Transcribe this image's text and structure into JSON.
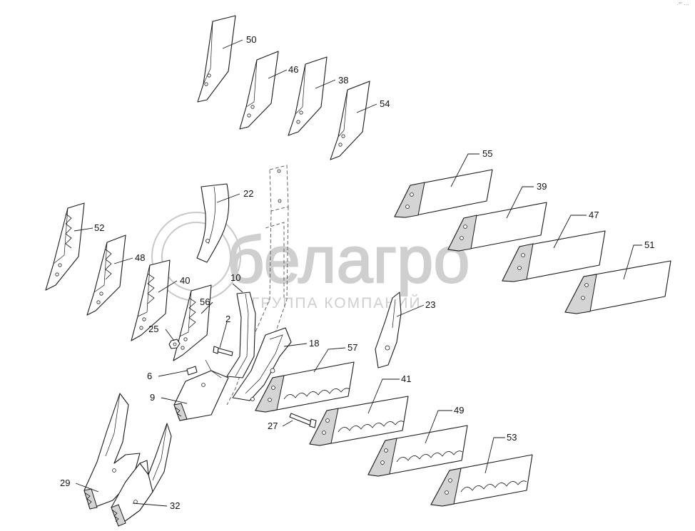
{
  "corner_mark": "·°' ···",
  "watermark": {
    "brand": "белагро",
    "subtitle": "ГРУППА КОМПАНИЙ"
  },
  "callouts": [
    {
      "id": "50",
      "label": "50"
    },
    {
      "id": "46",
      "label": "46"
    },
    {
      "id": "38",
      "label": "38"
    },
    {
      "id": "54",
      "label": "54"
    },
    {
      "id": "22",
      "label": "22"
    },
    {
      "id": "52",
      "label": "52"
    },
    {
      "id": "48",
      "label": "48"
    },
    {
      "id": "40",
      "label": "40"
    },
    {
      "id": "10",
      "label": "10"
    },
    {
      "id": "56",
      "label": "56"
    },
    {
      "id": "2",
      "label": "2"
    },
    {
      "id": "25",
      "label": "25"
    },
    {
      "id": "18",
      "label": "18"
    },
    {
      "id": "57",
      "label": "57"
    },
    {
      "id": "6",
      "label": "6"
    },
    {
      "id": "9",
      "label": "9"
    },
    {
      "id": "27",
      "label": "27"
    },
    {
      "id": "41",
      "label": "41"
    },
    {
      "id": "49",
      "label": "49"
    },
    {
      "id": "53",
      "label": "53"
    },
    {
      "id": "23",
      "label": "23"
    },
    {
      "id": "55",
      "label": "55"
    },
    {
      "id": "39",
      "label": "39"
    },
    {
      "id": "47",
      "label": "47"
    },
    {
      "id": "51",
      "label": "51"
    },
    {
      "id": "29",
      "label": "29"
    },
    {
      "id": "32",
      "label": "32"
    }
  ]
}
